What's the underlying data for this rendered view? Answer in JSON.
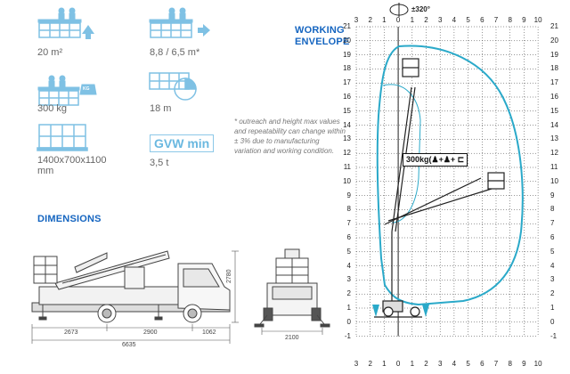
{
  "specs": {
    "working_area": "20 m²",
    "outreach": "8,8 / 6,5 m*",
    "capacity": "300 kg",
    "capacity_badge": "KG",
    "height": "18 m",
    "basket_size": "1400x700x1100 mm",
    "gvw_label": "GVW min",
    "gvw_value": "3,5 t"
  },
  "note": "* outreach and height max values and repeatability can change within ± 3% due to manufacturing variation and working condition.",
  "headings": {
    "working_envelope": "WORKING ENVELOPE",
    "dimensions": "DIMENSIONS"
  },
  "dimensions": {
    "overhang": "2673",
    "wheelbase": "2900",
    "rear": "1062",
    "total_length": "6635",
    "height": "2780",
    "width": "2100"
  },
  "envelope": {
    "rotation": "±320°",
    "load_label": "300kg(",
    "x_ticks": [
      "3",
      "2",
      "1",
      "0",
      "1",
      "2",
      "3",
      "4",
      "5",
      "6",
      "7",
      "8",
      "9",
      "10"
    ],
    "y_ticks": [
      "21",
      "20",
      "19",
      "18",
      "17",
      "16",
      "15",
      "14",
      "13",
      "12",
      "11",
      "10",
      "9",
      "8",
      "7",
      "6",
      "5",
      "4",
      "3",
      "2",
      "1",
      "0",
      "-1"
    ],
    "colors": {
      "envelope": "#2aa9c9",
      "grid": "#333333",
      "accent": "#1565c0",
      "icon": "#7fc1e4"
    }
  }
}
